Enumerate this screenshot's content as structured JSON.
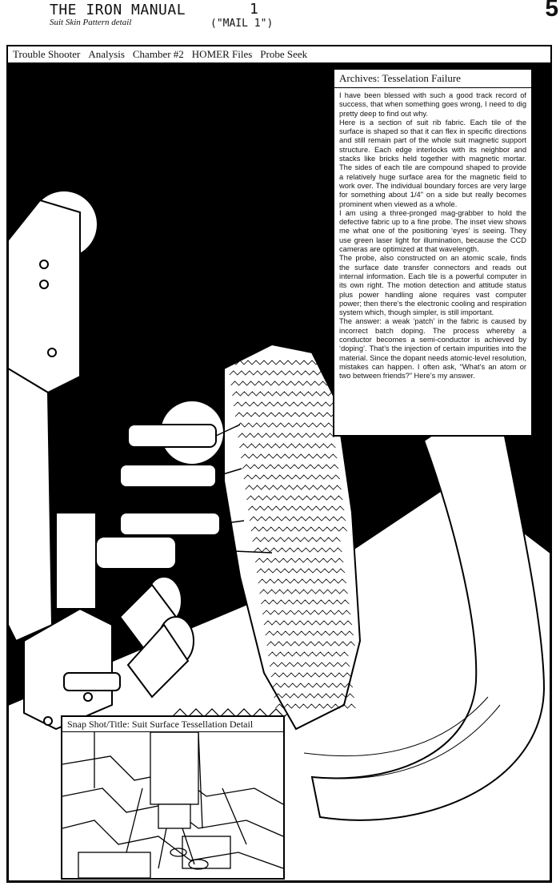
{
  "header": {
    "title": "THE IRON MANUAL",
    "subtitle": "Suit Skin Pattern detail",
    "number": "1",
    "mail": "(\"MAIL 1\")",
    "page_number": "5"
  },
  "menu": {
    "items": [
      "Trouble Shooter",
      "Analysis",
      "Chamber #2",
      "HOMER Files",
      "Probe Seek"
    ]
  },
  "archive": {
    "title": "Archives: Tesselation Failure",
    "paragraphs": [
      "I have been blessed with such a good track record of success, that when something goes wrong, I need to dig pretty deep to find out why.",
      "Here is a section of suit rib fabric. Each tile of the surface is shaped so that it can flex in specific directions and still remain part of the whole suit magnetic support structure. Each edge interlocks with its neighbor and stacks like bricks held together with magnetic mortar. The sides of each tile are compound shaped to provide a relatively huge surface area for the magnetic field to work over. The individual boundary forces are very large for something about 1/4\" on a side but really becomes prominent when viewed as a whole.",
      "I am using a three-pronged mag-grabber to hold the defective fabric up to a fine probe. The inset view shows me what one of the positioning ‘eyes’ is seeing. They use green laser light for illumination, because the CCD cameras are optimized at that wavelength.",
      "The probe, also constructed on an atomic scale, finds the surface date transfer connectors and reads out internal information. Each tile is a powerful computer in its own right. The motion detection and attitude status plus power handling alone requires vast computer power; then there’s the electronic cooling and respiration system which, though simpler, is still important.",
      "The answer: a weak ‘patch’ in the fabric is caused by incorrect batch doping. The process whereby a conductor becomes a semi-conductor is achieved by ‘doping’. That’s the injection of certain impurities into the material. Since the dopant needs atomic-level resolution, mistakes can happen. I often ask, “What’s an atom or two between friends?” Here’s my answer."
    ]
  },
  "snapshot": {
    "title": "Snap Shot/Title: Suit Surface Tessellation Detail"
  }
}
